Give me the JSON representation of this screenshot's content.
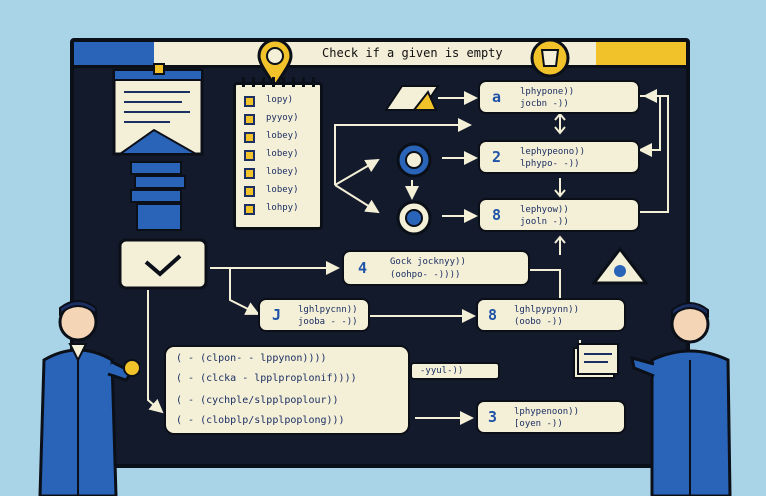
{
  "window": {
    "title": "Check if a given is empty"
  },
  "checklist": {
    "items": [
      "lopy)",
      "pyyoy)",
      "lobey)",
      "lobey)",
      "lobey)",
      "lobey)",
      "lohpy)"
    ]
  },
  "boxes": {
    "top1": {
      "num": "a",
      "line1": "lphypone))",
      "line2": "jocbn -))"
    },
    "top2": {
      "num": "2",
      "line1": "lephypeono))",
      "line2": "lphypo- -))"
    },
    "top3": {
      "num": "8",
      "line1": "lephyow))",
      "line2": "jooln -))"
    },
    "mid": {
      "num": "4",
      "line1": "Gock jocknyy))",
      "line2": "(oohpo- -))))"
    },
    "left": {
      "num": "J",
      "line1": "lghlpycnn))",
      "line2": "jooba - -))"
    },
    "right": {
      "num": "8",
      "line1": "lghlpypynn))",
      "line2": "(oobo -))"
    },
    "bottom": {
      "num": "3",
      "line1": "lphypenoon))",
      "line2": "[oyen -))"
    }
  },
  "code_panel": {
    "lines": [
      "( - (clpon- - lppynon))))",
      "( - (clcka - lpplproplonif))))",
      "( - (cychple/slpplpoplour))",
      "( - (clobplp/slpplpoplong)))"
    ],
    "aside": "-yyul-))"
  },
  "colors": {
    "window_bg": "#121a2c",
    "box_fill": "#f4efd7",
    "accent_blue": "#2a64b8",
    "accent_yellow": "#f2c22a",
    "background": "#a9d3e6"
  }
}
